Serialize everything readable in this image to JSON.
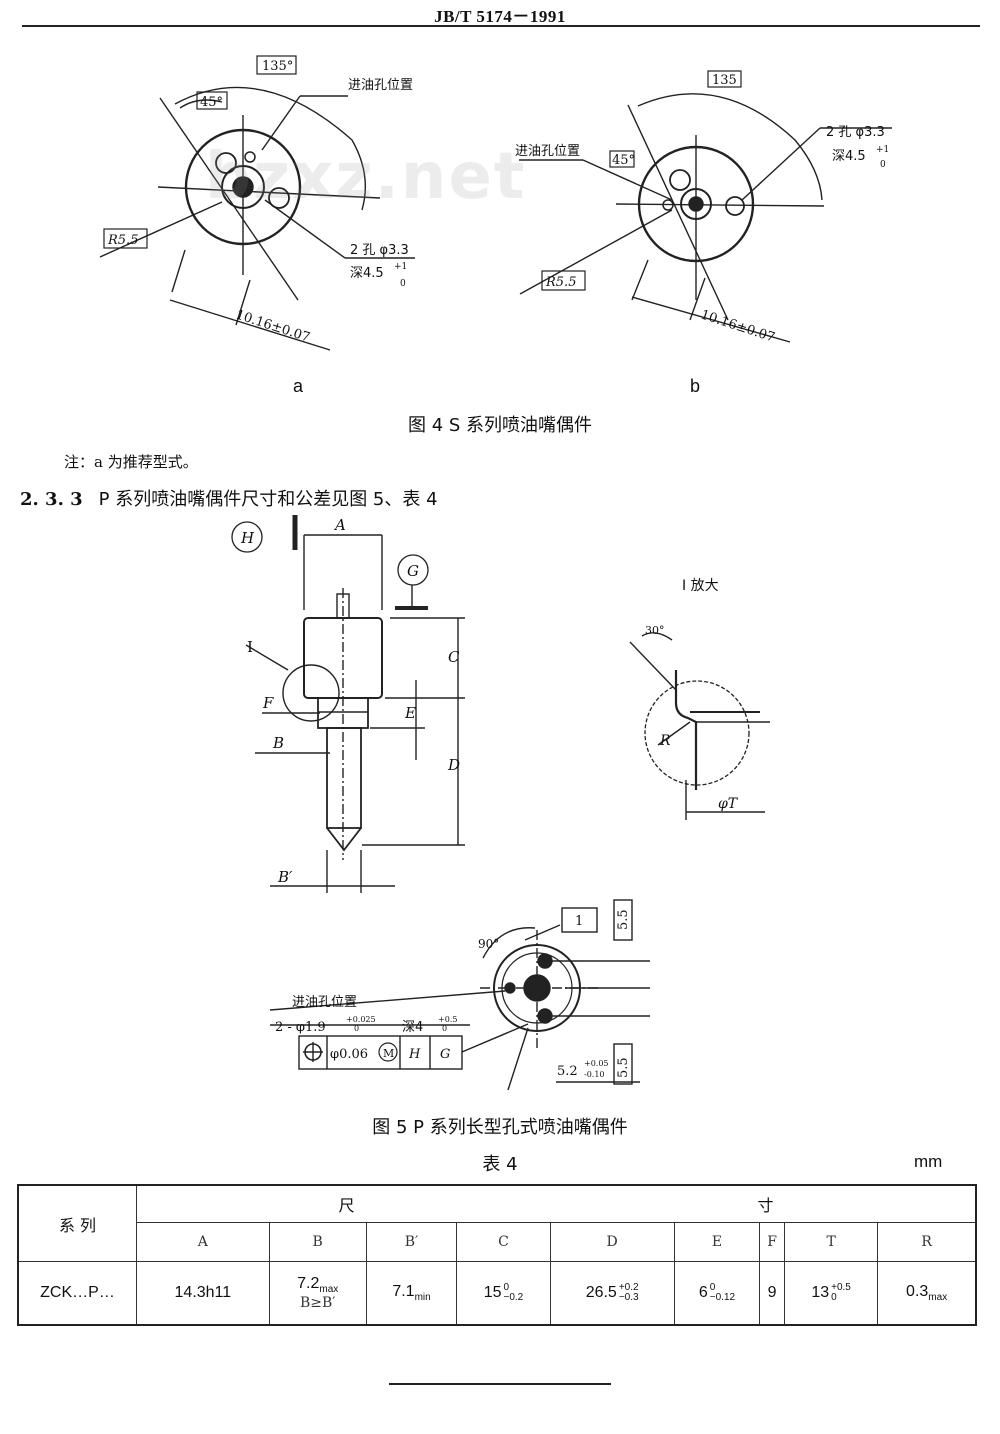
{
  "header": {
    "title": "JB/T  5174－1991"
  },
  "watermark": "bzxz.net",
  "figure4": {
    "label_a": "a",
    "label_b": "b",
    "caption": "图 4    S 系列喷油嘴偶件",
    "a": {
      "angle_big": "135°",
      "angle_small": "45°",
      "oil_hole": "进油孔位置",
      "radius": "R5.5",
      "holes": "2 孔 φ3.3",
      "depth": "深4.5",
      "depth_tol_up": "+1",
      "depth_tol_lo": "0",
      "dim": "10.16±0.07"
    },
    "b": {
      "angle_big": "135",
      "angle_small": "45°",
      "oil_hole": "进油孔位置",
      "radius": "R5.5",
      "holes": "2 孔 φ3.3",
      "depth": "深4.5",
      "depth_tol_up": "+1",
      "depth_tol_lo": "0",
      "dim": "10.16±0.07"
    }
  },
  "note": "注：a 为推荐型式。",
  "section": {
    "number": "2. 3. 3",
    "text": "P 系列喷油嘴偶件尺寸和公差见图 5、表 4"
  },
  "figure5": {
    "caption": "图 5    P 系列长型孔式喷油嘴偶件",
    "datum_H": "H",
    "datum_G": "G",
    "dim_A": "A",
    "dim_C": "C",
    "dim_D": "D",
    "dim_E": "E",
    "dim_F": "F",
    "dim_B": "B",
    "dim_Bp": "B′",
    "detail_I": "I",
    "enlarge": "I  放大",
    "angle_30": "30°",
    "radius_R": "R",
    "dim_T": "φT",
    "box_1": "1",
    "dim_55a": "5.5",
    "dim_55b": "5.5",
    "angle_90": "90°",
    "oil_hole": "进油孔位置",
    "holes": "2 - φ1.9",
    "holes_tol_up": "+0.025",
    "holes_tol_lo": "0",
    "hole_depth": "深4",
    "hole_depth_tol_up": "+0.5",
    "hole_depth_tol_lo": "0",
    "tol_value": "φ0.06",
    "tol_M": "M",
    "tol_H": "H",
    "tol_G": "G",
    "dim_52": "5.2",
    "dim_52_up": "+0.05",
    "dim_52_lo": "-0.10"
  },
  "table": {
    "title": "表  4",
    "unit": "mm",
    "series_header": "系  列",
    "dim_header_left": "尺",
    "dim_header_right": "寸",
    "columns": [
      "A",
      "B",
      "B′",
      "C",
      "D",
      "E",
      "F",
      "T",
      "R"
    ],
    "row": {
      "series": "ZCK…P…",
      "A": "14.3h11",
      "B_main": "7.2",
      "B_sub": "max",
      "B_note": "B≥B′",
      "Bp_main": "7.1",
      "Bp_sub": "min",
      "C_main": "15",
      "C_up": "0",
      "C_lo": "−0.2",
      "D_main": "26.5",
      "D_up": "+0.2",
      "D_lo": "−0.3",
      "E_main": "6",
      "E_up": "0",
      "E_lo": "−0.12",
      "F": "9",
      "T_main": "13",
      "T_up": "+0.5",
      "T_lo": "0",
      "R_main": "0.3",
      "R_sub": "max"
    }
  }
}
